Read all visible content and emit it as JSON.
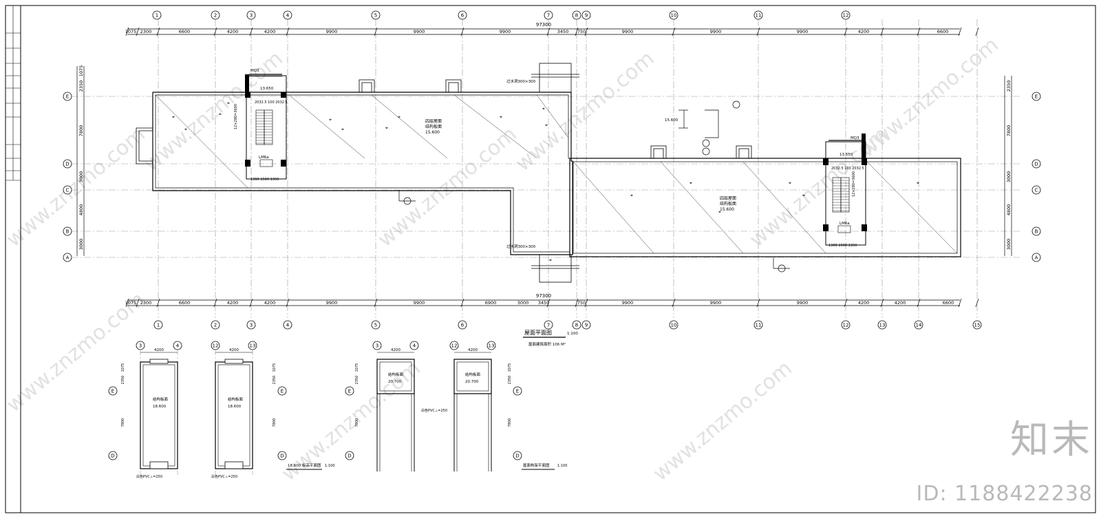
{
  "colors": {
    "line": "#000000",
    "grid": "#999999",
    "watermark": "#c8c8c8"
  },
  "drawing": {
    "axes_top": [
      "1",
      "2",
      "3",
      "4",
      "5",
      "6",
      "7",
      "8",
      "9",
      "10",
      "11",
      "12"
    ],
    "axes_bottom": [
      "1",
      "2",
      "3",
      "4",
      "5",
      "6",
      "7",
      "8",
      "9",
      "10",
      "11",
      "12",
      "13",
      "14",
      "15"
    ],
    "axes_rows": [
      "E",
      "D",
      "C",
      "B",
      "A"
    ],
    "total_dim": "97300",
    "top_dims": [
      "1075",
      "2300",
      "6600",
      "4200",
      "4200",
      "9900",
      "9900",
      "9900",
      "3450",
      "750",
      "9900",
      "9900",
      "9900",
      "4200",
      "6600"
    ],
    "bottom_dims": [
      "1075",
      "2300",
      "6600",
      "4200",
      "4200",
      "9900",
      "9900",
      "6900",
      "3000",
      "3450",
      "750",
      "9900",
      "9900",
      "9900",
      "4200",
      "4200",
      "6600"
    ],
    "left_dims": [
      "1075",
      "2350",
      "7800",
      "3000",
      "4800",
      "3000"
    ],
    "right_dims": [
      "2350",
      "7800",
      "3000",
      "4800",
      "3000"
    ],
    "roof_label_1": "四层屋面",
    "roof_label_2": "结构板面",
    "roof_elev": "15.600",
    "stair_elev": "13.650",
    "door_mq": "MQ3",
    "door_lm": "LM6a",
    "stair_note": "12×280=3600",
    "drain_note": "过水洞300×300",
    "drawing_title": "屋面平面图",
    "drawing_scale": "1:100",
    "area_note": "屋面建筑面积 106 M²",
    "detail_axes_1": [
      "3",
      "4"
    ],
    "detail_axes_2": [
      "12",
      "13"
    ],
    "detail_rows": [
      "E",
      "D"
    ],
    "detail_dim": "4200",
    "detail_left_dims": [
      "1075",
      "2350",
      "7800"
    ],
    "detail_slab": "结构板面",
    "detail_elev_1": "18.600",
    "detail_elev_2": "20.700",
    "pipe_note": "白色PVC⊥=250",
    "detail_title_1": "18.600 标高平面图",
    "detail_title_1_scale": "1:100",
    "detail_title_2": "屋面构架平面图",
    "detail_title_2_scale": "1:100"
  },
  "watermark": {
    "logo": "知末",
    "id": "ID: 1188422238",
    "site": "www.znzmo.com"
  }
}
